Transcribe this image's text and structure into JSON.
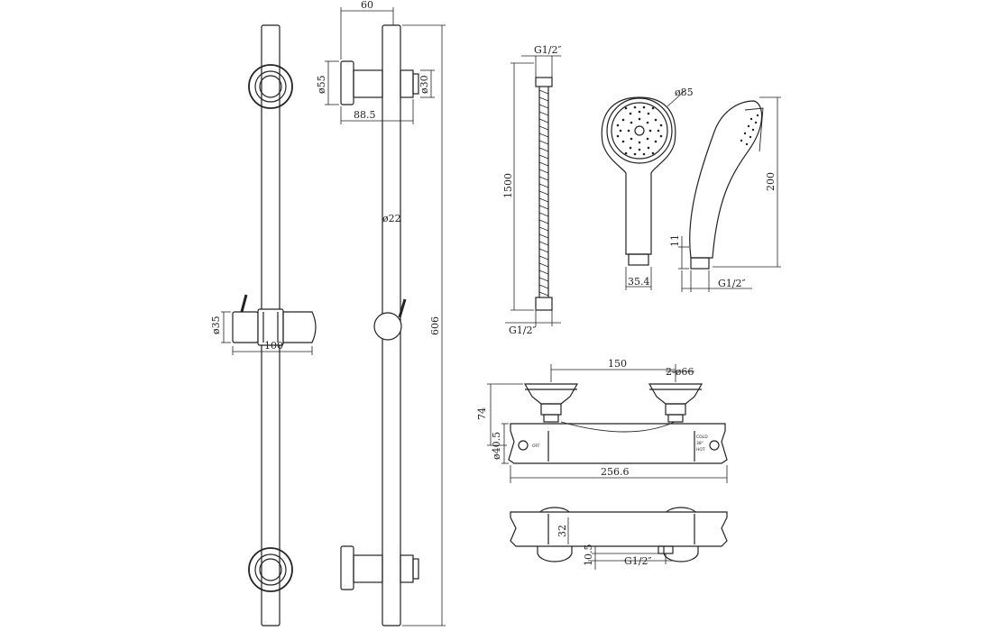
{
  "dimensions": {
    "rail_bracket_depth": "60",
    "bracket_diameter": "ø55",
    "holder_diameter": "ø30",
    "bracket_projection": "88.5",
    "rail_diameter": "ø22",
    "rail_length": "606",
    "slider_diameter": "ø35",
    "slider_width": "100",
    "hose_thread_top": "G1/2″",
    "hose_length": "1500",
    "hose_thread_bottom": "G1/2″",
    "head_diameter": "ø85",
    "head_neck": "35.4",
    "head_thread_length": "11",
    "head_length": "200",
    "head_thread": "G1/2″",
    "valve_centres": "150",
    "valve_inlets": "2-ø66",
    "valve_height": "74",
    "valve_body_diameter": "ø40.5",
    "valve_length": "256.6",
    "valve_depth": "32",
    "valve_outlet_offset": "10.5",
    "valve_outlet_thread": "G1/2″"
  },
  "valve_markings": {
    "off_label": "OFF",
    "cold_label": "COLD",
    "temp_label": "38°",
    "hot_label": "HOT"
  }
}
